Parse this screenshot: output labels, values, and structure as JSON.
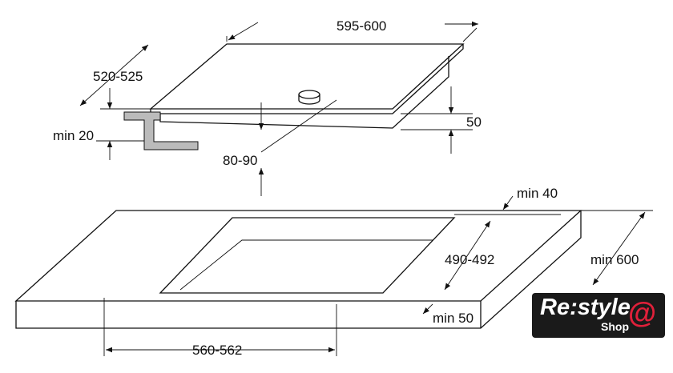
{
  "dimensions": {
    "hob_width": "595-600",
    "hob_depth": "520-525",
    "hob_height": "50",
    "min_clearance_below": "min 20",
    "cable_clearance": "80-90",
    "min_back_distance": "min 40",
    "cutout_depth": "490-492",
    "worktop_depth": "min 600",
    "min_front_distance": "min 50",
    "cutout_width": "560-562"
  },
  "logo": {
    "brand": "Re:style",
    "sub": "Shop",
    "symbol": "@"
  }
}
